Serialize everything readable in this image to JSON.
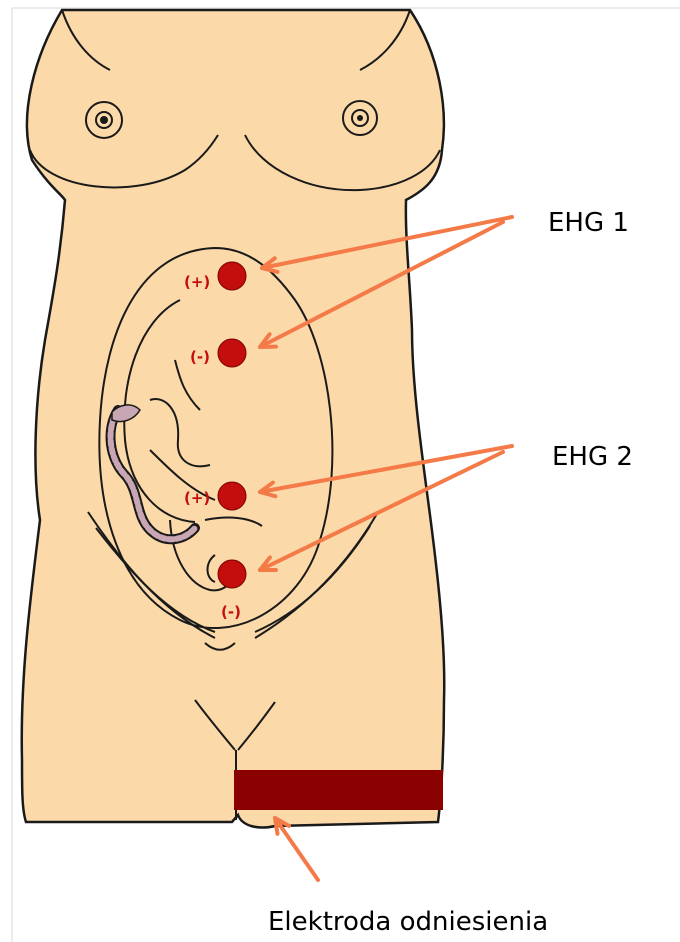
{
  "colors": {
    "skin": "#fbd9a8",
    "outline": "#1a1a1a",
    "electrode": "#c40d0d",
    "band": "#8b0000",
    "arrow": "#f47a48",
    "polarity_text": "#c40d0d"
  },
  "labels": {
    "ehg1": "EHG 1",
    "ehg2": "EHG 2",
    "reference": "Elektroda odniesienia"
  },
  "electrodes": [
    {
      "id": "ehg1-positive",
      "polarity": "(+)",
      "group": "EHG 1"
    },
    {
      "id": "ehg1-negative",
      "polarity": "(-)",
      "group": "EHG 1"
    },
    {
      "id": "ehg2-positive",
      "polarity": "(+)",
      "group": "EHG 2"
    },
    {
      "id": "ehg2-negative",
      "polarity": "(-)",
      "group": "EHG 2"
    }
  ],
  "reference_electrode": {
    "shape": "band",
    "location": "thigh"
  }
}
